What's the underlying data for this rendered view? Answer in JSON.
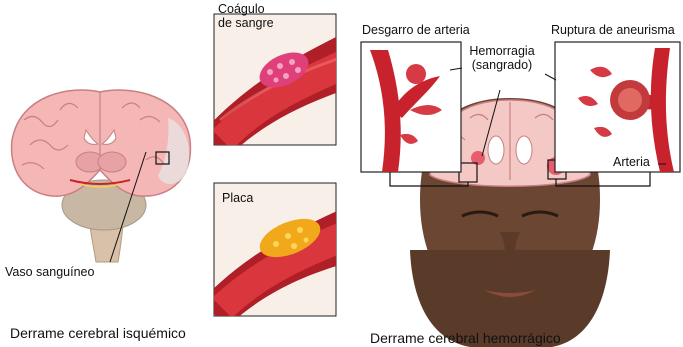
{
  "labels": {
    "clot": "Coágulo\nde sangre",
    "plaque": "Placa",
    "vessel": "Vaso sanguíneo",
    "artery_tear": "Desgarro de arteria",
    "hemorrhage": "Hemorragia\n(sangrado)",
    "aneurysm_rupture": "Ruptura de aneurisma",
    "artery": "Arteria"
  },
  "captions": {
    "ischemic": "Derrame cerebral isquémico",
    "hemorrhagic": "Derrame cerebral hemorrágico"
  },
  "colors": {
    "brain_pink": "#f4b7b5",
    "brain_dark": "#c97f82",
    "artery_red": "#c8232c",
    "clot": "#e0407a",
    "plaque": "#f2a81b",
    "skin": "#6b4632"
  }
}
